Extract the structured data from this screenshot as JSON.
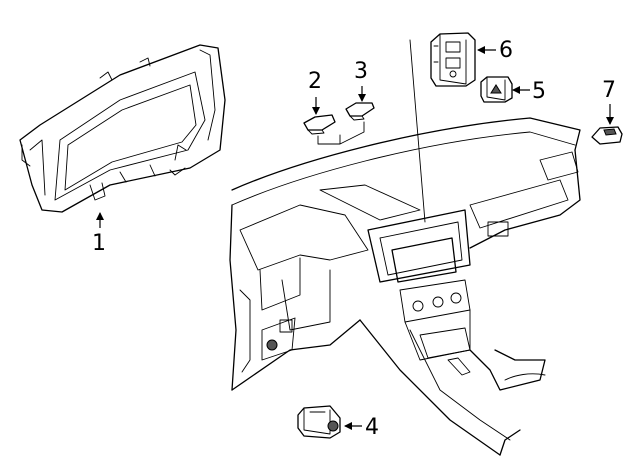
{
  "callouts": [
    {
      "label": "1"
    },
    {
      "label": "2"
    },
    {
      "label": "3"
    },
    {
      "label": "4"
    },
    {
      "label": "5"
    },
    {
      "label": "6"
    },
    {
      "label": "7"
    }
  ],
  "colors": {
    "line": "#000000",
    "background": "#ffffff"
  }
}
